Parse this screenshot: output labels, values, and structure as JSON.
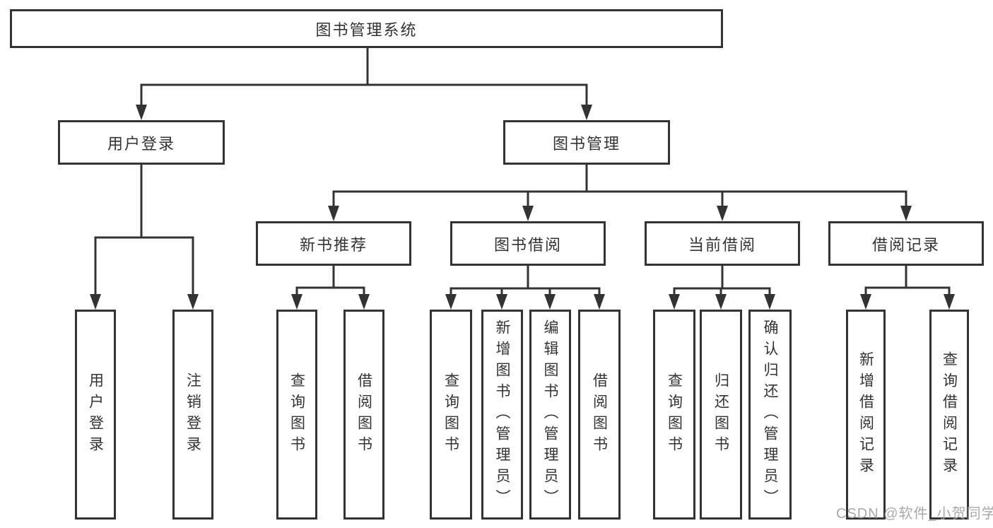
{
  "diagram": {
    "root": {
      "label": "图书管理系统"
    },
    "branches": [
      {
        "label": "用户登录",
        "children": [
          "用户登录",
          "注销登录"
        ]
      },
      {
        "label": "图书管理",
        "children": [
          {
            "label": "新书推荐",
            "children": [
              "查询图书",
              "借阅图书"
            ]
          },
          {
            "label": "图书借阅",
            "children": [
              "查询图书",
              "新增图书（管理员）",
              "编辑图书（管理员）",
              "借阅图书"
            ]
          },
          {
            "label": "当前借阅",
            "children": [
              "查询图书",
              "归还图书",
              "确认归还（管理员）"
            ]
          },
          {
            "label": "借阅记录",
            "children": [
              "新增借阅记录",
              "查询借阅记录"
            ]
          }
        ]
      }
    ],
    "watermark": "CSDN @软件_小贺同学",
    "colors": {
      "line": "#333333",
      "box_border": "#333333",
      "text": "#333333",
      "watermark": "#a2a2a2",
      "background": "#ffffff"
    }
  }
}
